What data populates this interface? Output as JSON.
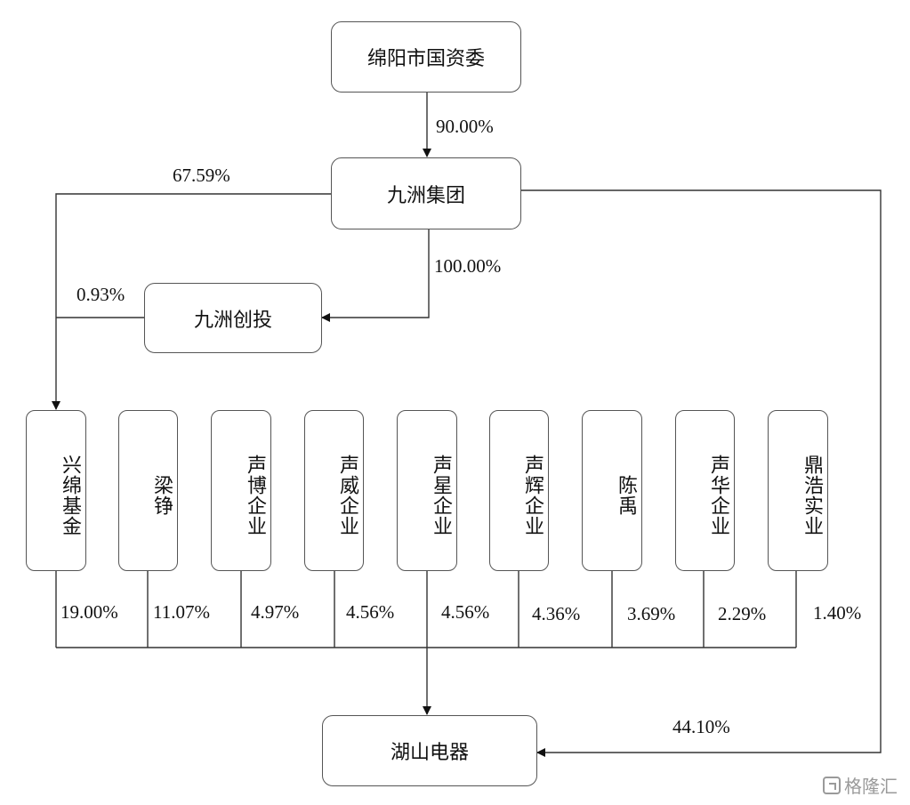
{
  "nodes": {
    "mianyang_sasac": "绵阳市国资委",
    "jiuzhou_group": "九洲集团",
    "jiuzhou_venture": "九洲创投",
    "hushan": "湖山电器"
  },
  "shareholders": [
    {
      "name": "兴绵基金",
      "share": "19.00%"
    },
    {
      "name": "梁铮",
      "share": "11.07%"
    },
    {
      "name": "声博企业",
      "share": "4.97%"
    },
    {
      "name": "声威企业",
      "share": "4.56%"
    },
    {
      "name": "声星企业",
      "share": "4.56%"
    },
    {
      "name": "声辉企业",
      "share": "4.36%"
    },
    {
      "name": "陈禹",
      "share": "3.69%"
    },
    {
      "name": "声华企业",
      "share": "2.29%"
    },
    {
      "name": "鼎浩实业",
      "share": "1.40%"
    }
  ],
  "edges": {
    "sasac_to_group": "90.00%",
    "group_to_xingmian": "67.59%",
    "group_to_venture": "100.00%",
    "venture_to_xingmian": "0.93%",
    "group_to_hushan": "44.10%"
  },
  "watermark": "格隆汇"
}
